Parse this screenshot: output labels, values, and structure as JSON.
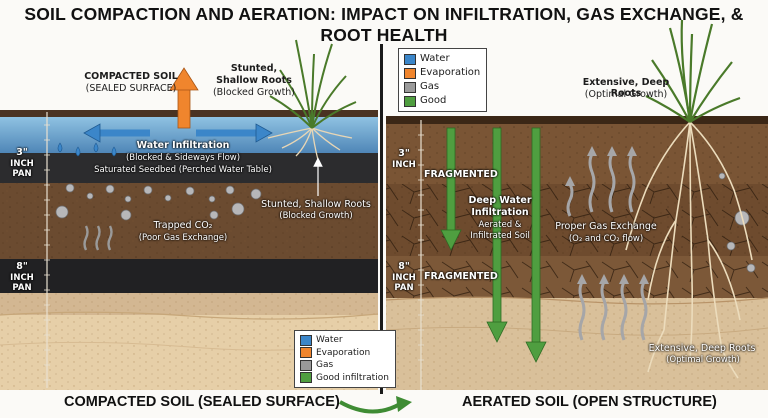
{
  "title": "SOIL COMPACTION AND AERATION: IMPACT ON INFILTRATION, GAS EXCHANGE, & ROOT HEALTH",
  "colors": {
    "water": "#3b86c9",
    "evaporation": "#f0852d",
    "gas": "#9a9a9a",
    "good": "#4f9e40"
  },
  "left": {
    "compacted_soil_label": "COMPACTED SOIL",
    "sealed_surface_label": "(SEALED SURFACE)",
    "stunted_title": "Stunted,",
    "stunted_subtitle": "Shallow Roots",
    "stunted_note": "(Blocked Growth)",
    "water_infiltration_title": "Water Infiltration",
    "water_infiltration_note": "(Blocked & Sideways Flow)",
    "saturated_seedbed": "Saturated Seedbed (Perched Water Table)",
    "stunted_lower_title": "Stunted, Shallow Roots",
    "stunted_lower_note": "(Blocked Growth)",
    "trapped_co2": "Trapped CO₂",
    "trapped_co2_note": "(Poor Gas Exchange)",
    "pan_3_depth": "3\"",
    "pan_3_line1": "INCH",
    "pan_3_line2": "PAN",
    "pan_8_depth": "8\"",
    "pan_8_line1": "INCH",
    "pan_8_line2": "PAN",
    "legend": [
      "Water",
      "Evaporation",
      "Gas",
      "Good infiltration"
    ],
    "bottom_label": "COMPACTED SOIL (SEALED SURFACE)"
  },
  "right": {
    "legend": [
      "Water",
      "Evaporation",
      "Gas",
      "Good"
    ],
    "extensive_top_title": "Extensive, Deep Roots",
    "extensive_top_note": "(Optimal Growth)",
    "depth_3": "3\"",
    "depth_3_unit": "INCH",
    "depth_8": "8\"",
    "depth_8_line1": "INCH",
    "depth_8_line2": "PAN",
    "fragmented_1": "FRAGMENTED",
    "fragmented_2": "FRAGMENTED",
    "deep_water_line1": "Deep Water",
    "deep_water_line2": "Infiltration",
    "deep_water_line3": "Aerated &",
    "deep_water_line4": "Infiltrated Soil",
    "gas_exchange_title": "Proper Gas Exchange",
    "gas_exchange_note": "(O₂ and CO₂ flow)",
    "extensive_bottom_title": "Extensive, Deep Roots",
    "extensive_bottom_note": "(Optimal Growth)",
    "bottom_label": "AERATED SOIL (OPEN STRUCTURE)"
  }
}
